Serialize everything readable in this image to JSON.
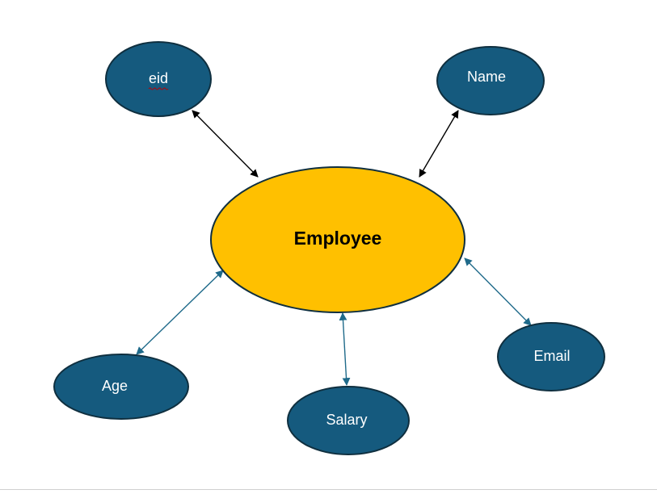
{
  "diagram": {
    "center": {
      "label": "Employee"
    },
    "attributes": [
      {
        "id": "eid",
        "label": "eid"
      },
      {
        "id": "name",
        "label": "Name"
      },
      {
        "id": "age",
        "label": "Age"
      },
      {
        "id": "salary",
        "label": "Salary"
      },
      {
        "id": "email",
        "label": "Email"
      }
    ]
  },
  "colors": {
    "entity_fill": "#FFC000",
    "attribute_fill": "#155A7E",
    "outline": "#0f2f3f",
    "connector_dark": "#000000",
    "connector_blue": "#1f6a8a",
    "spellcheck_underline": "#c00000"
  }
}
